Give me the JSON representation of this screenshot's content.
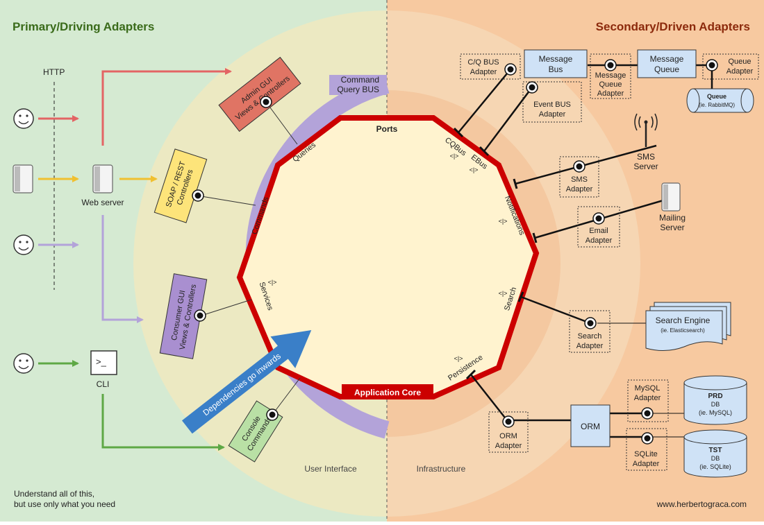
{
  "headings": {
    "primary": "Primary/Driving Adapters",
    "secondary": "Secondary/Driven Adapters"
  },
  "colors": {
    "primary_heading": "#3a6b1a",
    "secondary_heading": "#8c2a0c",
    "left_bg": "#d5ead2",
    "right_bg": "#f7c9a0",
    "ring_left": "#ece9c2",
    "ring_right": "#f6d6b3",
    "core_fill": "#fff3cf",
    "core_border": "#cc0000",
    "bus": "#b3a3d9"
  },
  "left": {
    "http_label": "HTTP",
    "web_server_label": "Web server",
    "cli_label": "CLI",
    "cli_prompt": ">_"
  },
  "bus": {
    "line1": "Command",
    "line2": "Query BUS"
  },
  "primary_adapters": {
    "admin_gui": {
      "line1": "Admin GUI",
      "line2": "Views & Controllers"
    },
    "soap_rest": {
      "line1": "SOAP / REST",
      "line2": "Controllers"
    },
    "consumer_gui": {
      "line1": "Consumer GUI",
      "line2": "Views & Controllers"
    },
    "console": {
      "line1": "Console",
      "line2": "Commands"
    }
  },
  "ports": {
    "title": "Ports",
    "queries": "Queries",
    "commands": "Commands",
    "services": "Services",
    "cqbus": "CQBus",
    "ebus": "EBus",
    "notifications": "Notifications",
    "search": "Search",
    "persistence": "Persistence",
    "port_symbol": "<|>"
  },
  "core_label": "Application Core",
  "dependencies_label": "Dependencies go inwards",
  "secondary_adapters": {
    "cq_bus_adapter": {
      "line1": "C/Q BUS",
      "line2": "Adapter"
    },
    "message_bus": {
      "line1": "Message",
      "line2": "Bus"
    },
    "event_bus_adapter": {
      "line1": "Event BUS",
      "line2": "Adapter"
    },
    "message_queue_adapter": {
      "line1": "Message",
      "line2": "Queue",
      "line3": "Adapter"
    },
    "message_queue": {
      "line1": "Message",
      "line2": "Queue"
    },
    "queue_adapter": {
      "line1": "Queue",
      "line2": "Adapter"
    },
    "queue_db": {
      "line1": "Queue",
      "line2": "(ie. RabbitMQ)"
    },
    "sms_server": {
      "line1": "SMS",
      "line2": "Server"
    },
    "sms_adapter": {
      "line1": "SMS",
      "line2": "Adapter"
    },
    "mailing_server": {
      "line1": "Mailing",
      "line2": "Server"
    },
    "email_adapter": {
      "line1": "Email",
      "line2": "Adapter"
    },
    "search_engine": {
      "line1": "Search Engine",
      "line2": "(ie. Elasticsearch)"
    },
    "search_adapter": {
      "line1": "Search",
      "line2": "Adapter"
    },
    "orm": "ORM",
    "orm_adapter": {
      "line1": "ORM",
      "line2": "Adapter"
    },
    "mysql_adapter": {
      "line1": "MySQL",
      "line2": "Adapter"
    },
    "sqlite_adapter": {
      "line1": "SQLite",
      "line2": "Adapter"
    },
    "prd_db": {
      "line1": "PRD",
      "line2": "DB",
      "line3": "(ie. MySQL)"
    },
    "tst_db": {
      "line1": "TST",
      "line2": "DB",
      "line3": "(ie. SQLite)"
    }
  },
  "zones": {
    "ui": "User Interface",
    "infra": "Infrastructure"
  },
  "footer": {
    "left_line1": "Understand all of this,",
    "left_line2": "but use only what you need",
    "right": "www.herbertograca.com"
  }
}
